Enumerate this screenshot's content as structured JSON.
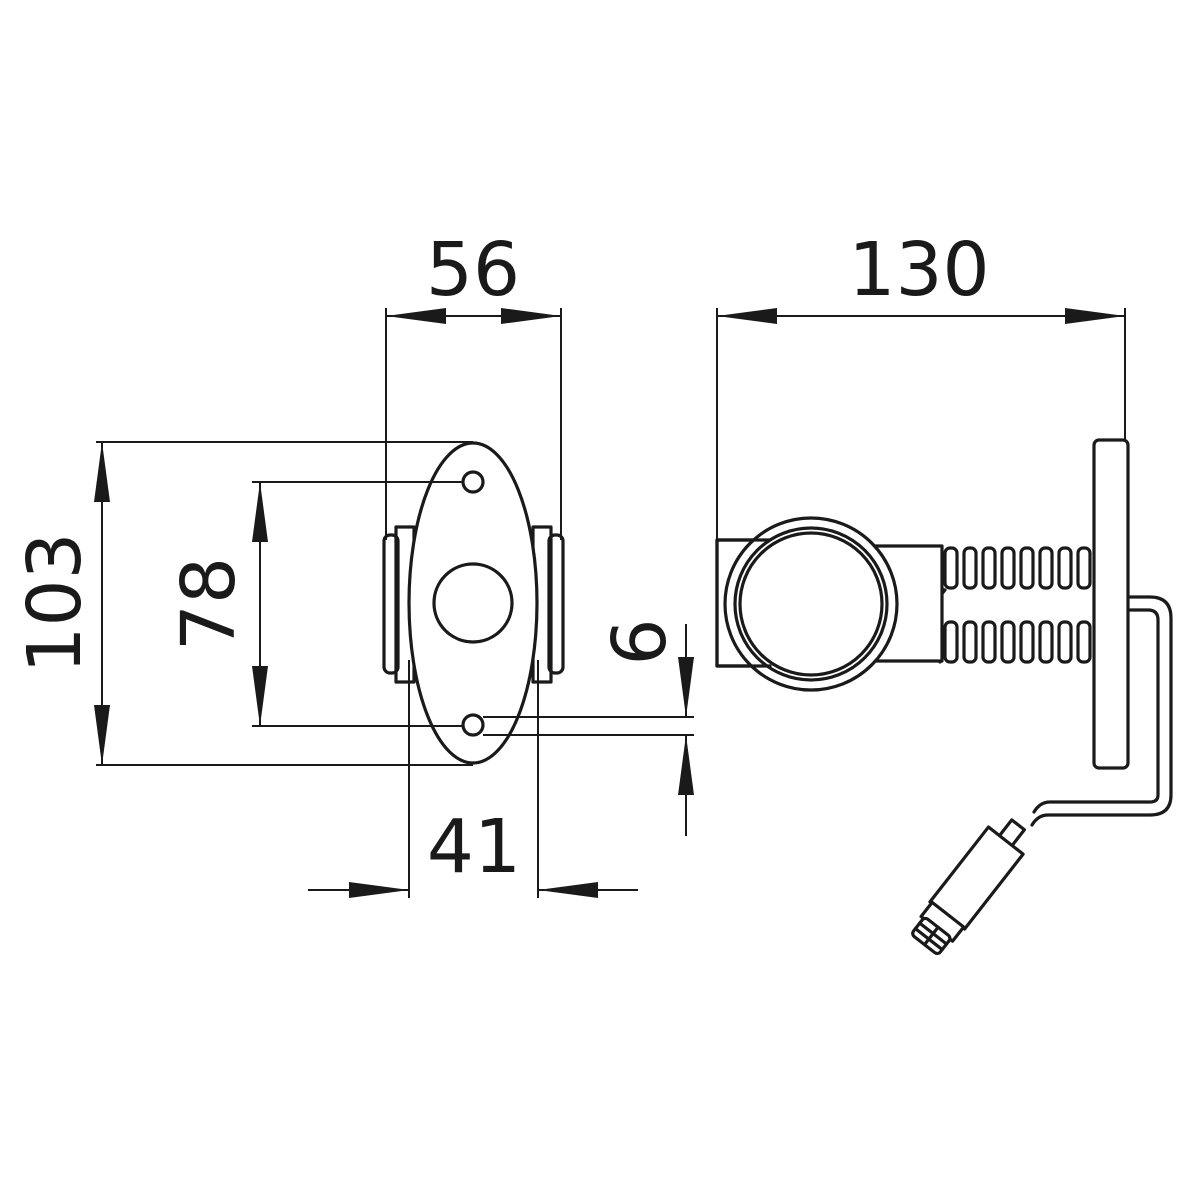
{
  "drawing": {
    "type": "technical-dimension-drawing",
    "views": [
      {
        "name": "front-view",
        "description": "oval mounting plate with two screw holes, central lamp hole, side lens blocks"
      },
      {
        "name": "side-view",
        "description": "lamp head with round lens, corrugated rubber stalk, base plate, cable with connector"
      }
    ],
    "stroke_color": "#1a1a1a",
    "background_color": "#ffffff"
  },
  "dimensions": {
    "front_width": {
      "label": "56",
      "orientation": "horizontal"
    },
    "plate_height": {
      "label": "103",
      "orientation": "vertical"
    },
    "hole_spacing": {
      "label": "78",
      "orientation": "vertical"
    },
    "hole_diameter": {
      "label": "6",
      "orientation": "vertical"
    },
    "plate_width": {
      "label": "41",
      "orientation": "horizontal"
    },
    "side_length": {
      "label": "130",
      "orientation": "horizontal"
    }
  }
}
